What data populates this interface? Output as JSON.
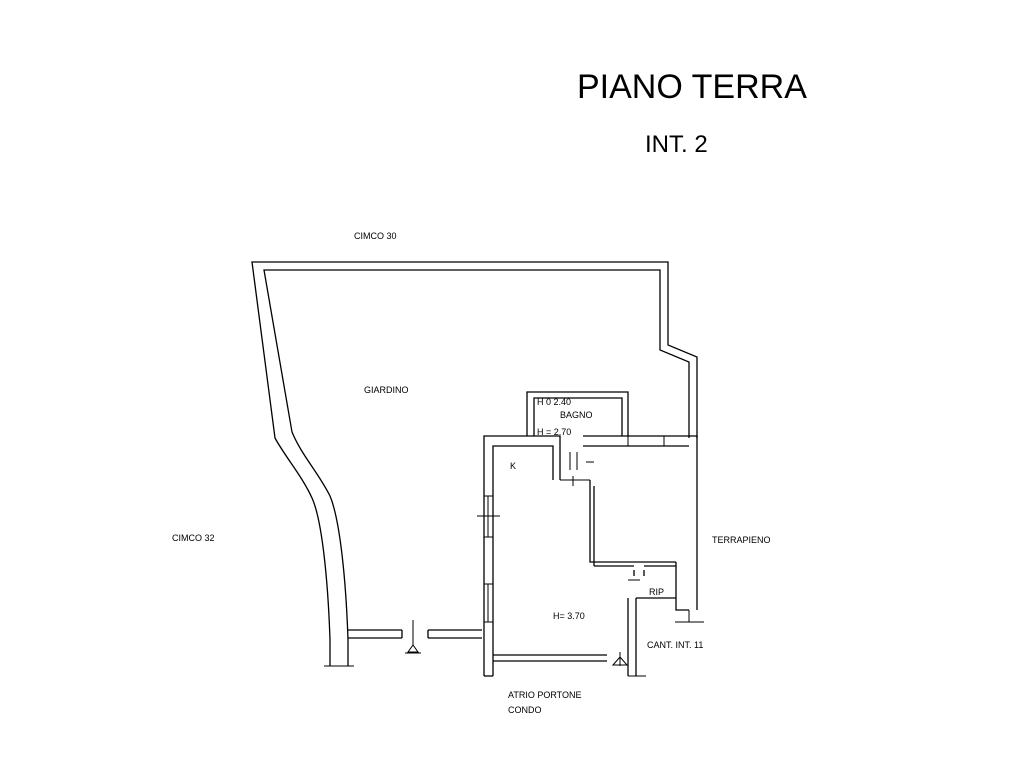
{
  "header": {
    "title": "PIANO TERRA",
    "subtitle": "INT. 2"
  },
  "labels": {
    "north": "CIMCO 30",
    "west": "CIMCO 32",
    "east": "TERRAPIENO",
    "garden": "GIARDINO",
    "bath_height": "H 0 2.40",
    "bath": "BAGNO",
    "bath_floor_height": "H = 2.70",
    "kitchen": "K",
    "storage": "RIP",
    "room_height": "H= 3.70",
    "cellar": "CANT. INT. 11",
    "entrance_line1": "ATRIO PORTONE",
    "entrance_line2": "CONDO"
  }
}
